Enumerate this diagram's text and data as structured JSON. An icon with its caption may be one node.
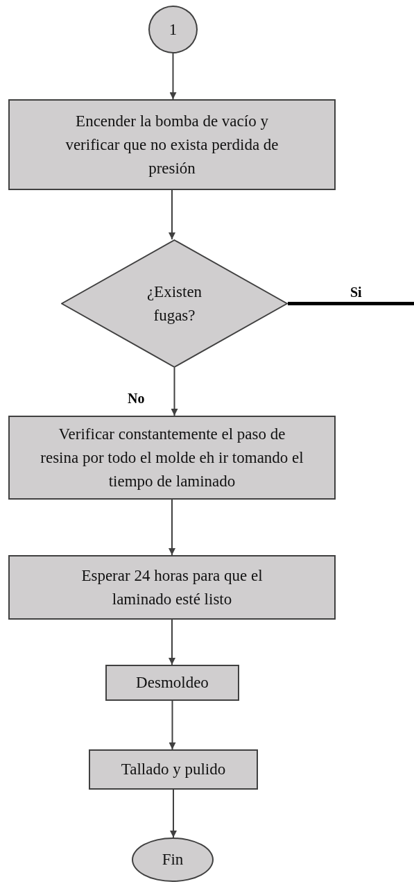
{
  "diagram": {
    "nodes": [
      {
        "text": [
          "1"
        ]
      },
      {
        "text": [
          "Encender la bomba de vacío y verificar que no exista perdida de presión"
        ]
      },
      {
        "text": [
          "¿Existen fugas?"
        ]
      },
      {
        "text": [
          "Verificar constantemente el paso de resina por todo el molde eh ir tomando el tiempo de laminado"
        ]
      },
      {
        "text": [
          "Esperar 24 horas para que el laminado esté listo"
        ]
      },
      {
        "text": [
          "Desmoldeo"
        ]
      },
      {
        "text": [
          "Tallado y pulido"
        ]
      },
      {
        "text": [
          "Fin"
        ]
      }
    ],
    "edges": [
      {
        "from": 0,
        "to": 1,
        "arrow": "to"
      },
      {
        "from": 1,
        "to": 2,
        "arrow": "to"
      },
      {
        "from": 2,
        "to": null,
        "arrow": "none",
        "label": "Si",
        "style": "thick",
        "color": "#000000"
      },
      {
        "from": 2,
        "to": 3,
        "arrow": "to",
        "label": "No"
      },
      {
        "from": 3,
        "to": 4,
        "arrow": "to"
      },
      {
        "from": 4,
        "to": 5,
        "arrow": "to"
      },
      {
        "from": 5,
        "to": 6,
        "arrow": "to"
      },
      {
        "from": 6,
        "to": 7,
        "arrow": "to"
      }
    ]
  }
}
